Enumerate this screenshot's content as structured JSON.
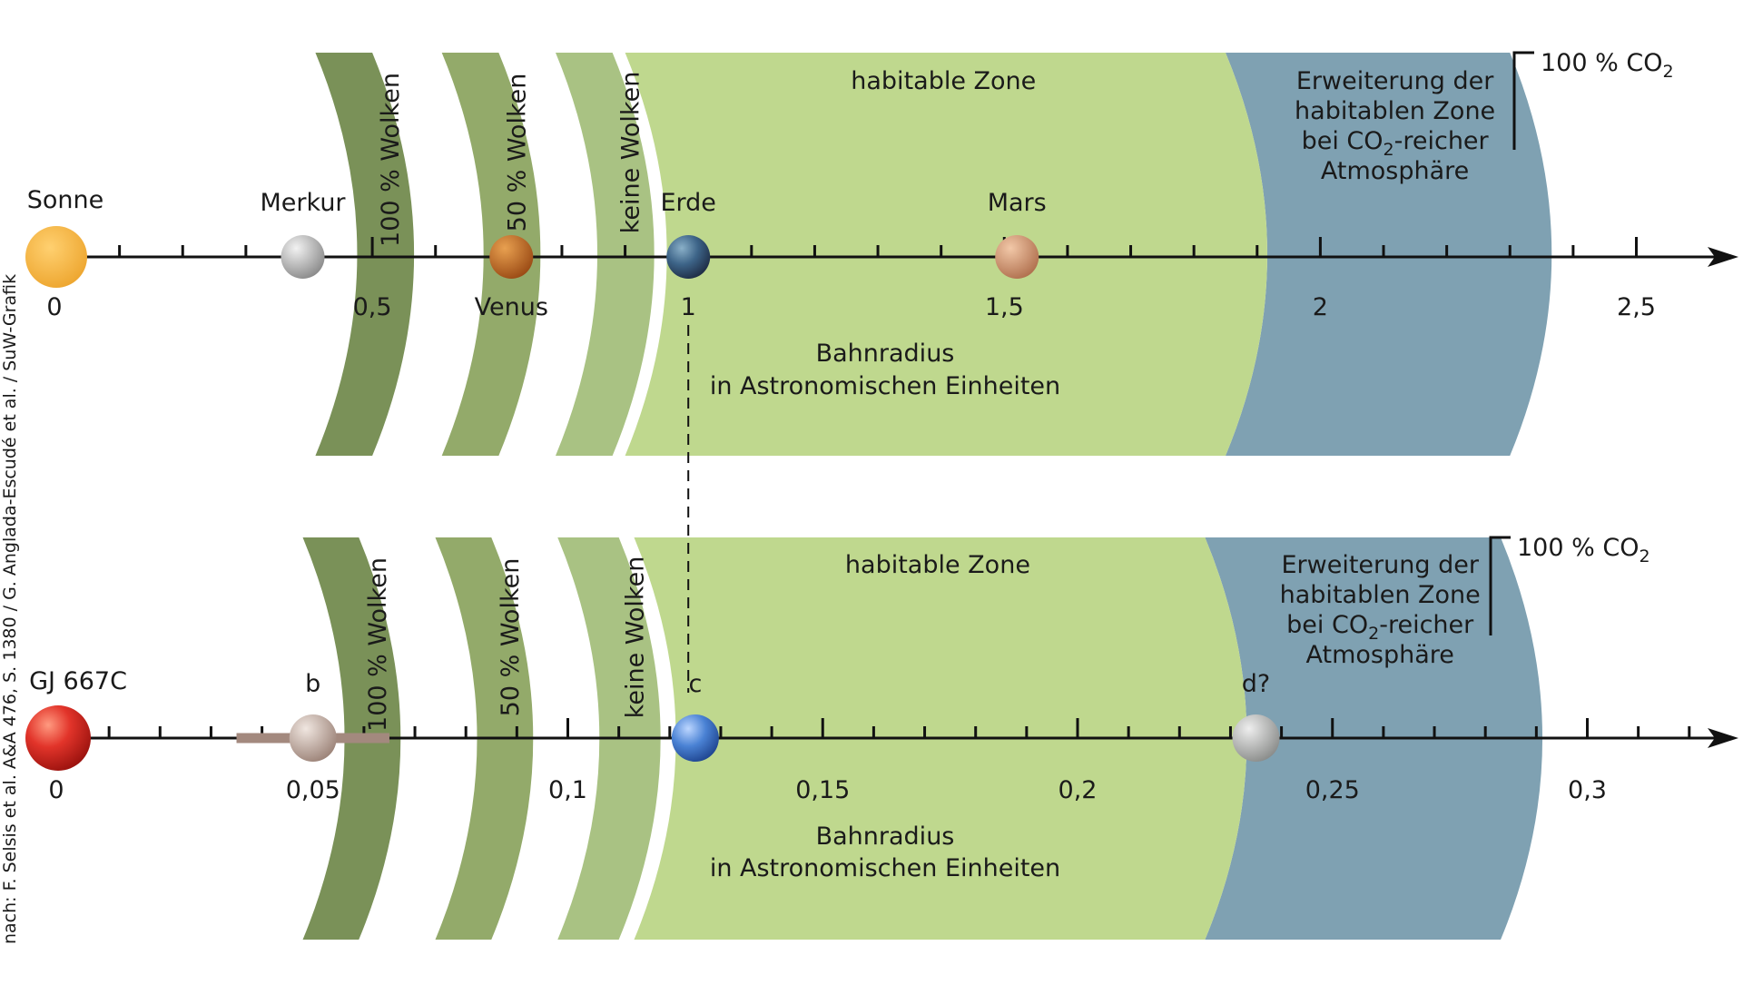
{
  "credit": "nach: F. Selsis et al. A&A 476, S. 1380 / G. Anglada-Escudé et al. / SuW-Grafik",
  "colors": {
    "cloud100": "#7a9158",
    "cloud50": "#93aa6a",
    "noCloud": "#a9c283",
    "habitable": "#bfd88e",
    "extension": "#7fa1b2",
    "axis": "#111111"
  },
  "panels": [
    {
      "id": "solar",
      "axis_label_1": "Bahnradius",
      "axis_label_2": "in Astronomischen Einheiten",
      "star": {
        "name": "Sonne",
        "color": "#f4b43c",
        "x": 0
      },
      "range": [
        0,
        2.7
      ],
      "ticks_major": [
        {
          "v": 0,
          "label": "0"
        },
        {
          "v": 0.5,
          "label": "0,5"
        },
        {
          "v": 1,
          "label": "1"
        },
        {
          "v": 1.5,
          "label": "1,5"
        },
        {
          "v": 2,
          "label": "2"
        },
        {
          "v": 2.5,
          "label": "2,5"
        }
      ],
      "minor_step": 0.1,
      "zones": {
        "cloud100": {
          "label": "100 % Wolken",
          "inner": 0.41,
          "outer": 0.5
        },
        "cloud50": {
          "label": "50 % Wolken",
          "inner": 0.61,
          "outer": 0.7
        },
        "noCloud": {
          "label": "keine Wolken",
          "inner": 0.79,
          "outer": 0.88
        },
        "habitable": {
          "label": "habitable Zone",
          "inner": 0.9,
          "outer": 1.85
        },
        "extension": {
          "label_1": "Erweiterung der",
          "label_2": "habitablen Zone",
          "label_3a": "bei CO",
          "label_3sub": "2",
          "label_3b": "-reicher",
          "label_4": "Atmosphäre",
          "outer": 2.3
        }
      },
      "co2_marker": {
        "label": "100 % CO",
        "sub": "2"
      },
      "planets": [
        {
          "name": "Merkur",
          "x": 0.39,
          "color": "#b8b8b8",
          "label_pos": "above"
        },
        {
          "name": "Venus",
          "x": 0.72,
          "color": "#c26a22",
          "label_pos": "below"
        },
        {
          "name": "Erde",
          "x": 1.0,
          "color": "#3d5f80",
          "label_pos": "above"
        },
        {
          "name": "Mars",
          "x": 1.52,
          "color": "#cc8e6a",
          "label_pos": "above"
        }
      ]
    },
    {
      "id": "gj667c",
      "axis_label_1": "Bahnradius",
      "axis_label_2": "in Astronomischen Einheiten",
      "star": {
        "name": "GJ 667C",
        "color": "#e0332a",
        "x": 0
      },
      "range": [
        0,
        0.324
      ],
      "ticks_major": [
        {
          "v": 0,
          "label": "0"
        },
        {
          "v": 0.05,
          "label": "0,05"
        },
        {
          "v": 0.1,
          "label": "0,1"
        },
        {
          "v": 0.15,
          "label": "0,15"
        },
        {
          "v": 0.2,
          "label": "0,2"
        },
        {
          "v": 0.25,
          "label": "0,25"
        },
        {
          "v": 0.3,
          "label": "0,3"
        }
      ],
      "minor_step": 0.01,
      "zones": {
        "cloud100": {
          "label": "100 % Wolken",
          "inner": 0.048,
          "outer": 0.059
        },
        "cloud50": {
          "label": "50 % Wolken",
          "inner": 0.074,
          "outer": 0.085
        },
        "noCloud": {
          "label": "keine Wolken",
          "inner": 0.098,
          "outer": 0.11
        },
        "habitable": {
          "label": "habitable Zone",
          "inner": 0.113,
          "outer": 0.225
        },
        "extension": {
          "label_1": "Erweiterung der",
          "label_2": "habitablen Zone",
          "label_3a": "bei CO",
          "label_3sub": "2",
          "label_3b": "-reicher",
          "label_4": "Atmosphäre",
          "outer": 0.283
        }
      },
      "co2_marker": {
        "label": "100 % CO",
        "sub": "2"
      },
      "planets": [
        {
          "name": "b",
          "x": 0.05,
          "color": "#c0aaa0",
          "label_pos": "above",
          "range_bar": [
            0.035,
            0.065
          ]
        },
        {
          "name": "c",
          "x": 0.125,
          "color": "#3f78cc",
          "label_pos": "above"
        },
        {
          "name": "d?",
          "x": 0.235,
          "color": "#a7a9a7",
          "label_pos": "above"
        }
      ]
    }
  ]
}
